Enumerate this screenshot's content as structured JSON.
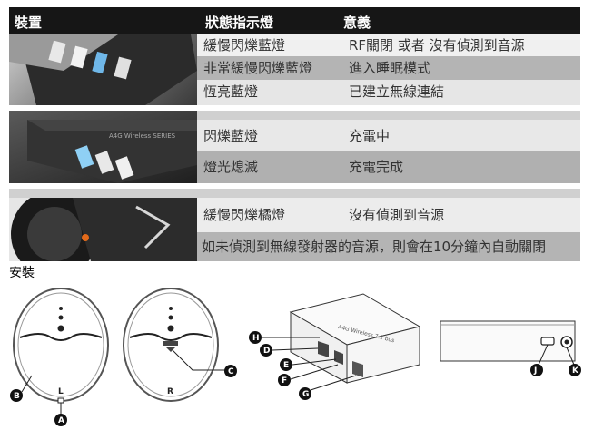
{
  "table": {
    "headers": [
      "裝置",
      "狀態指示燈",
      "意義"
    ],
    "groups": [
      {
        "device_icon": "usb-transmitter-photo",
        "rows": [
          {
            "status": "緩慢閃爍藍燈",
            "meaning": "RF關閉 或者 沒有偵測到音源"
          },
          {
            "status": "非常緩慢閃爍藍燈",
            "meaning": "進入睡眠模式"
          },
          {
            "status": "恆亮藍燈",
            "meaning": "已建立無線連結"
          }
        ]
      },
      {
        "device_icon": "transmitter-side-photo",
        "rows": [
          {
            "status": "閃爍藍燈",
            "meaning": "充電中"
          },
          {
            "status": "燈光熄滅",
            "meaning": "充電完成"
          }
        ]
      },
      {
        "device_icon": "headphone-photo",
        "rows": [
          {
            "status": "緩慢閃爍橘燈",
            "meaning": "沒有偵測到音源"
          }
        ],
        "note": "如未偵測到無線發射器的音源，則會在10分鐘內自動關閉"
      }
    ]
  },
  "section_title": "安裝",
  "diagram": {
    "left_cup_label": "L",
    "right_cup_label": "R",
    "callouts": [
      "A",
      "B",
      "C",
      "D",
      "E",
      "F",
      "G",
      "H",
      "J",
      "K"
    ]
  },
  "colors": {
    "header_bg": "#161616",
    "row_light": "#f0f0f0",
    "row_mid": "#d9d9d9",
    "row_dark": "#b0b0b0"
  }
}
